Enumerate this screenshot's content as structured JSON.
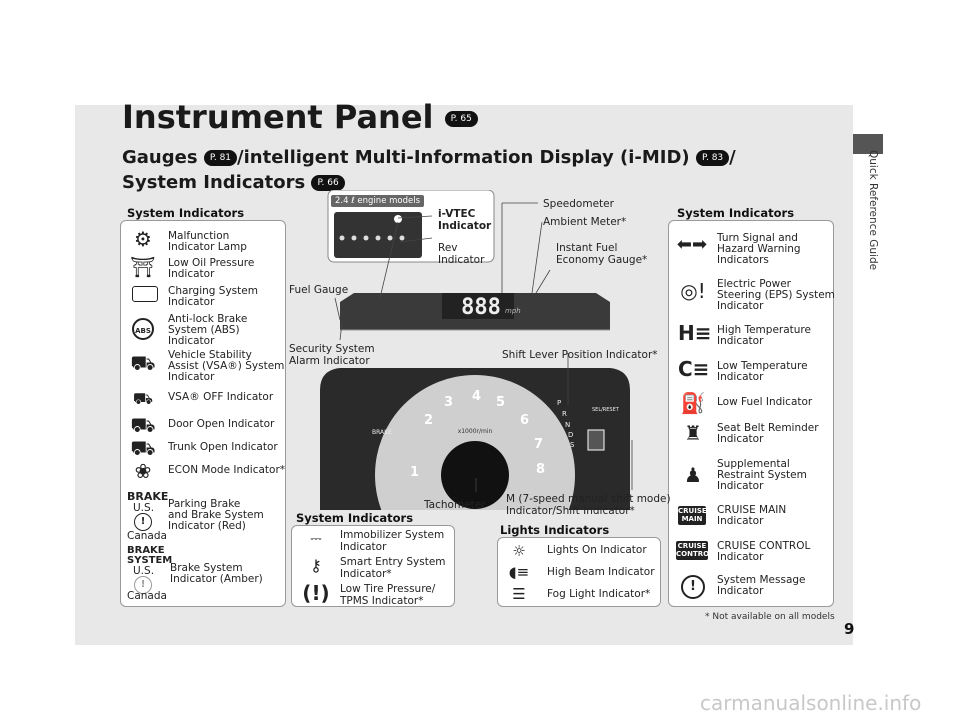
{
  "side_label": "Quick Reference Guide",
  "title": "Instrument Panel",
  "title_ref": "P. 65",
  "subtitle": {
    "gauges": "Gauges",
    "gauges_ref": "P. 81",
    "imid": "/intelligent Multi-Information Display (i-MID)",
    "imid_ref": "P. 83",
    "slash": "/",
    "sys": "System Indicators",
    "sys_ref": "P. 66"
  },
  "left_panel": {
    "heading": "System Indicators",
    "items": [
      {
        "label": "Malfunction\nIndicator Lamp",
        "icon": "engine-icon"
      },
      {
        "label": "Low Oil Pressure\nIndicator",
        "icon": "oil-can-icon"
      },
      {
        "label": "Charging System\nIndicator",
        "icon": "battery-icon"
      },
      {
        "label": "Anti-lock Brake\nSystem (ABS)\nIndicator",
        "icon": "abs-icon"
      },
      {
        "label": "Vehicle Stability\nAssist (VSA®) System\nIndicator",
        "icon": "vsa-icon"
      },
      {
        "label": "VSA® OFF Indicator",
        "icon": "vsa-off-icon"
      },
      {
        "label": "Door Open Indicator",
        "icon": "door-icon"
      },
      {
        "label": "Trunk Open Indicator",
        "icon": "trunk-icon"
      },
      {
        "label": "ECON Mode Indicator*",
        "icon": "econ-icon"
      },
      {
        "label": "Parking Brake\nand Brake System\nIndicator (Red)",
        "icon": "parking-brake-icon"
      },
      {
        "label": "Brake System\nIndicator (Amber)",
        "icon": "brake-system-icon"
      }
    ],
    "brake_text": "BRAKE",
    "brake_system_text": "BRAKE\nSYSTEM",
    "us": "U.S.",
    "canada": "Canada"
  },
  "right_panel": {
    "heading": "System Indicators",
    "items": [
      {
        "label": "Turn Signal and\nHazard Warning\nIndicators",
        "icon": "turn-signal-icon"
      },
      {
        "label": "Electric Power\nSteering (EPS) System\nIndicator",
        "icon": "eps-icon"
      },
      {
        "label": "High Temperature\nIndicator",
        "icon": "high-temp-icon"
      },
      {
        "label": "Low Temperature\nIndicator",
        "icon": "low-temp-icon"
      },
      {
        "label": "Low Fuel Indicator",
        "icon": "fuel-icon"
      },
      {
        "label": "Seat Belt Reminder\nIndicator",
        "icon": "seatbelt-icon"
      },
      {
        "label": "Supplemental\nRestraint System\nIndicator",
        "icon": "srs-icon"
      },
      {
        "label": "CRUISE MAIN\nIndicator",
        "icon": "cruise-main-icon"
      },
      {
        "label": "CRUISE CONTROL\nIndicator",
        "icon": "cruise-control-icon"
      },
      {
        "label": "System Message\nIndicator",
        "icon": "system-message-icon"
      }
    ],
    "cruise_main": "CRUISE\nMAIN",
    "cruise_control": "CRUISE\nCONTROL"
  },
  "bottom_sys": {
    "heading": "System Indicators",
    "items": [
      {
        "label": "Immobilizer System\nIndicator",
        "icon": "key-icon"
      },
      {
        "label": "Smart Entry System\nIndicator*",
        "icon": "smart-entry-icon"
      },
      {
        "label": "Low Tire Pressure/\nTPMS Indicator*",
        "icon": "tire-pressure-icon"
      }
    ]
  },
  "lights": {
    "heading": "Lights Indicators",
    "items": [
      {
        "label": "Lights On Indicator",
        "icon": "lights-on-icon"
      },
      {
        "label": "High Beam Indicator",
        "icon": "high-beam-icon"
      },
      {
        "label": "Fog Light Indicator*",
        "icon": "fog-light-icon"
      }
    ]
  },
  "callouts": {
    "ivtec": "i-VTEC\nIndicator",
    "rev": "Rev\nIndicator",
    "engine_models": "2.4 ℓ engine models",
    "speedometer": "Speedometer",
    "ambient": "Ambient Meter*",
    "instant_fuel": "Instant Fuel\nEconomy Gauge*",
    "fuel_gauge": "Fuel Gauge",
    "security": "Security System\nAlarm Indicator",
    "shift_lever": "Shift Lever Position Indicator*",
    "tachometer": "Tachometer",
    "m_indicator": "M (7-speed manual shift mode)\nIndicator/Shift Indicator*"
  },
  "display": {
    "speed": "888",
    "unit": "mph",
    "tach_unit": "x1000r/min",
    "tach_numbers": [
      "1",
      "2",
      "3",
      "4",
      "5",
      "6",
      "7",
      "8"
    ],
    "gears": [
      "P",
      "R",
      "N",
      "D",
      "S"
    ],
    "sel_reset": "SEL/RESET",
    "brake": "BRAKE"
  },
  "footnote": "* Not available on all models",
  "page_number": "9",
  "watermark": "carmanualsonline.info"
}
